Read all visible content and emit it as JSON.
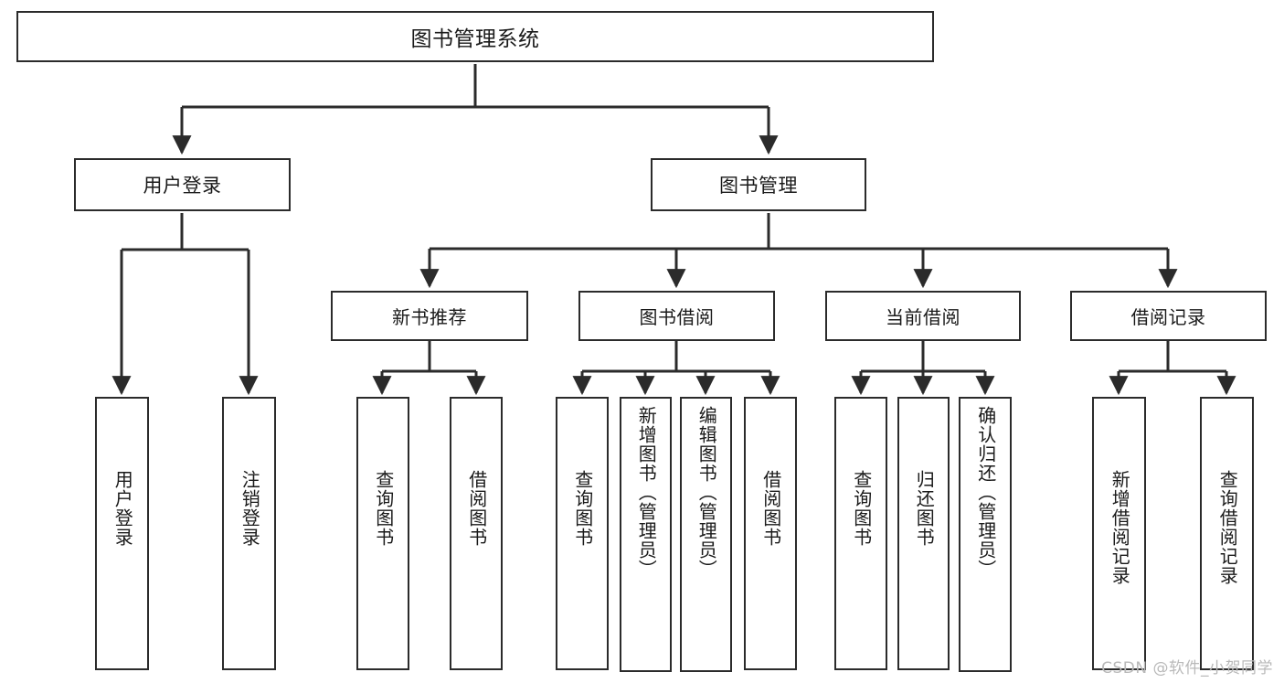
{
  "diagram": {
    "title": "图书管理系统",
    "type": "tree",
    "watermark": "CSDN @软件_小贺同学",
    "colors": {
      "node_border": "#2b2b2b",
      "node_fill": "#ffffff",
      "edge": "#2b2b2b",
      "text": "#1a1a1a",
      "watermark": "#b9b9b9",
      "background": "#ffffff"
    },
    "root": {
      "id": "root",
      "label": "图书管理系统"
    },
    "level1": [
      {
        "id": "l1-user-login",
        "label": "用户登录"
      },
      {
        "id": "l1-book-manage",
        "label": "图书管理"
      }
    ],
    "level2": [
      {
        "id": "l2-new-book",
        "label": "新书推荐",
        "parent": "l1-book-manage"
      },
      {
        "id": "l2-borrow",
        "label": "图书借阅",
        "parent": "l1-book-manage"
      },
      {
        "id": "l2-current",
        "label": "当前借阅",
        "parent": "l1-book-manage"
      },
      {
        "id": "l2-records",
        "label": "借阅记录",
        "parent": "l1-book-manage"
      }
    ],
    "leaves": [
      {
        "id": "leaf-user-login",
        "label": "用户登录",
        "parent": "l1-user-login"
      },
      {
        "id": "leaf-logout",
        "label": "注销登录",
        "parent": "l1-user-login"
      },
      {
        "id": "leaf-nb-query",
        "label": "查询图书",
        "parent": "l2-new-book"
      },
      {
        "id": "leaf-nb-borrow",
        "label": "借阅图书",
        "parent": "l2-new-book"
      },
      {
        "id": "leaf-br-query",
        "label": "查询图书",
        "parent": "l2-borrow"
      },
      {
        "id": "leaf-br-add",
        "label": "新增图书（管理员）",
        "parent": "l2-borrow"
      },
      {
        "id": "leaf-br-edit",
        "label": "编辑图书（管理员）",
        "parent": "l2-borrow"
      },
      {
        "id": "leaf-br-lend",
        "label": "借阅图书",
        "parent": "l2-borrow"
      },
      {
        "id": "leaf-cur-query",
        "label": "查询图书",
        "parent": "l2-current"
      },
      {
        "id": "leaf-cur-return",
        "label": "归还图书",
        "parent": "l2-current"
      },
      {
        "id": "leaf-cur-confirm",
        "label": "确认归还（管理员）",
        "parent": "l2-current"
      },
      {
        "id": "leaf-rec-add",
        "label": "新增借阅记录",
        "parent": "l2-records"
      },
      {
        "id": "leaf-rec-query",
        "label": "查询借阅记录",
        "parent": "l2-records"
      }
    ]
  }
}
